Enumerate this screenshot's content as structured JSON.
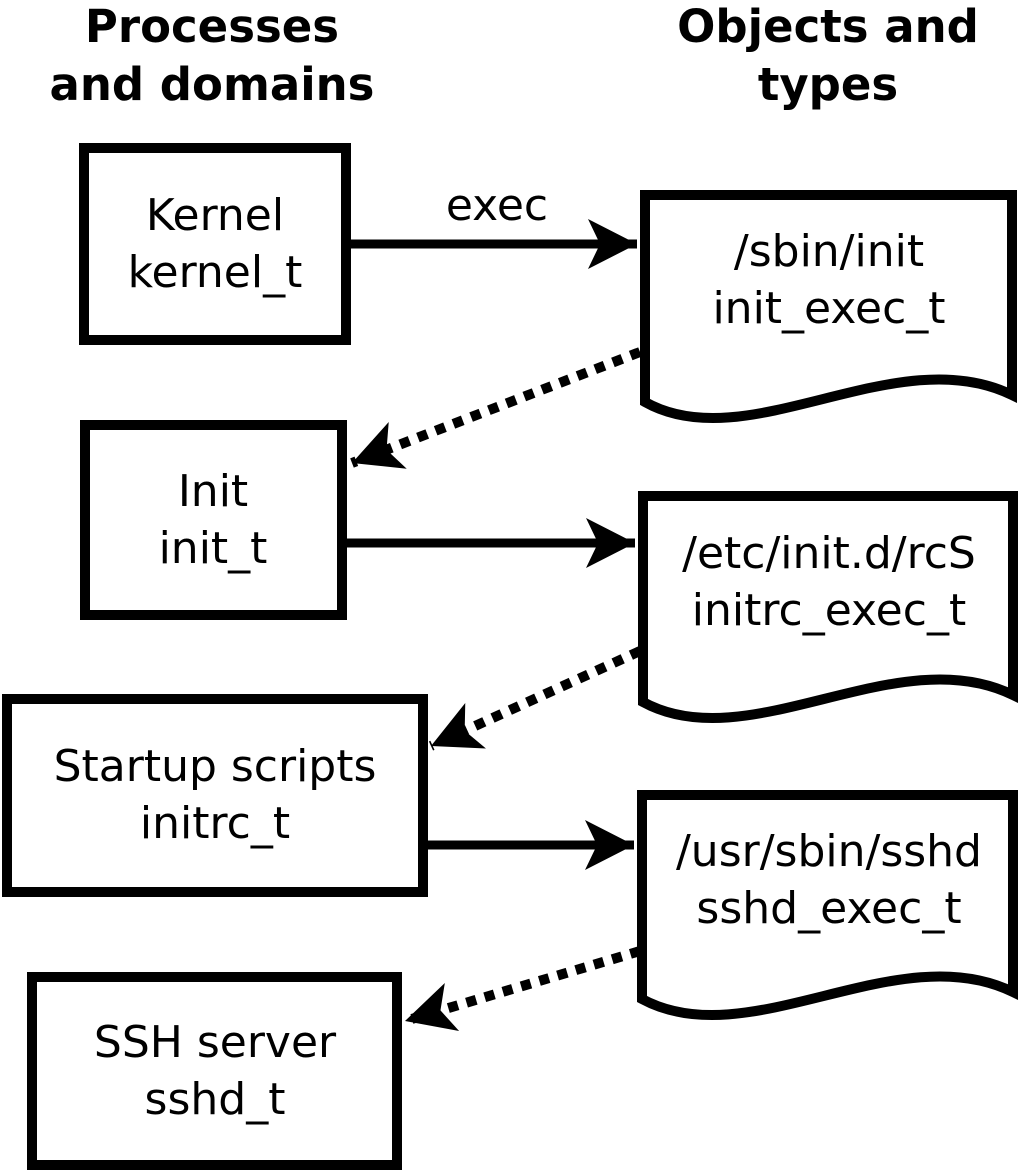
{
  "title_left": {
    "line1": "Processes",
    "line2": "and domains"
  },
  "title_right": {
    "line1": "Objects and",
    "line2": "types"
  },
  "nodes": {
    "processes": [
      {
        "label": "Kernel",
        "type": "kernel_t"
      },
      {
        "label": "Init",
        "type": "init_t"
      },
      {
        "label": "Startup scripts",
        "type": "initrc_t"
      },
      {
        "label": "SSH server",
        "type": "sshd_t"
      }
    ],
    "objects": [
      {
        "label": "/sbin/init",
        "type": "init_exec_t"
      },
      {
        "label": "/etc/init.d/rcS",
        "type": "initrc_exec_t"
      },
      {
        "label": "/usr/sbin/sshd",
        "type": "sshd_exec_t"
      }
    ]
  },
  "edges": {
    "exec_label": "exec",
    "solid_exec": [
      {
        "from": "kernel_t",
        "to": "init_exec_t"
      },
      {
        "from": "init_t",
        "to": "initrc_exec_t"
      },
      {
        "from": "initrc_t",
        "to": "sshd_exec_t"
      }
    ],
    "dotted_transition": [
      {
        "from": "init_exec_t",
        "to": "init_t"
      },
      {
        "from": "initrc_exec_t",
        "to": "initrc_t"
      },
      {
        "from": "sshd_exec_t",
        "to": "sshd_t"
      }
    ]
  },
  "colors": {
    "foreground": "#000000",
    "background": "#ffffff"
  }
}
